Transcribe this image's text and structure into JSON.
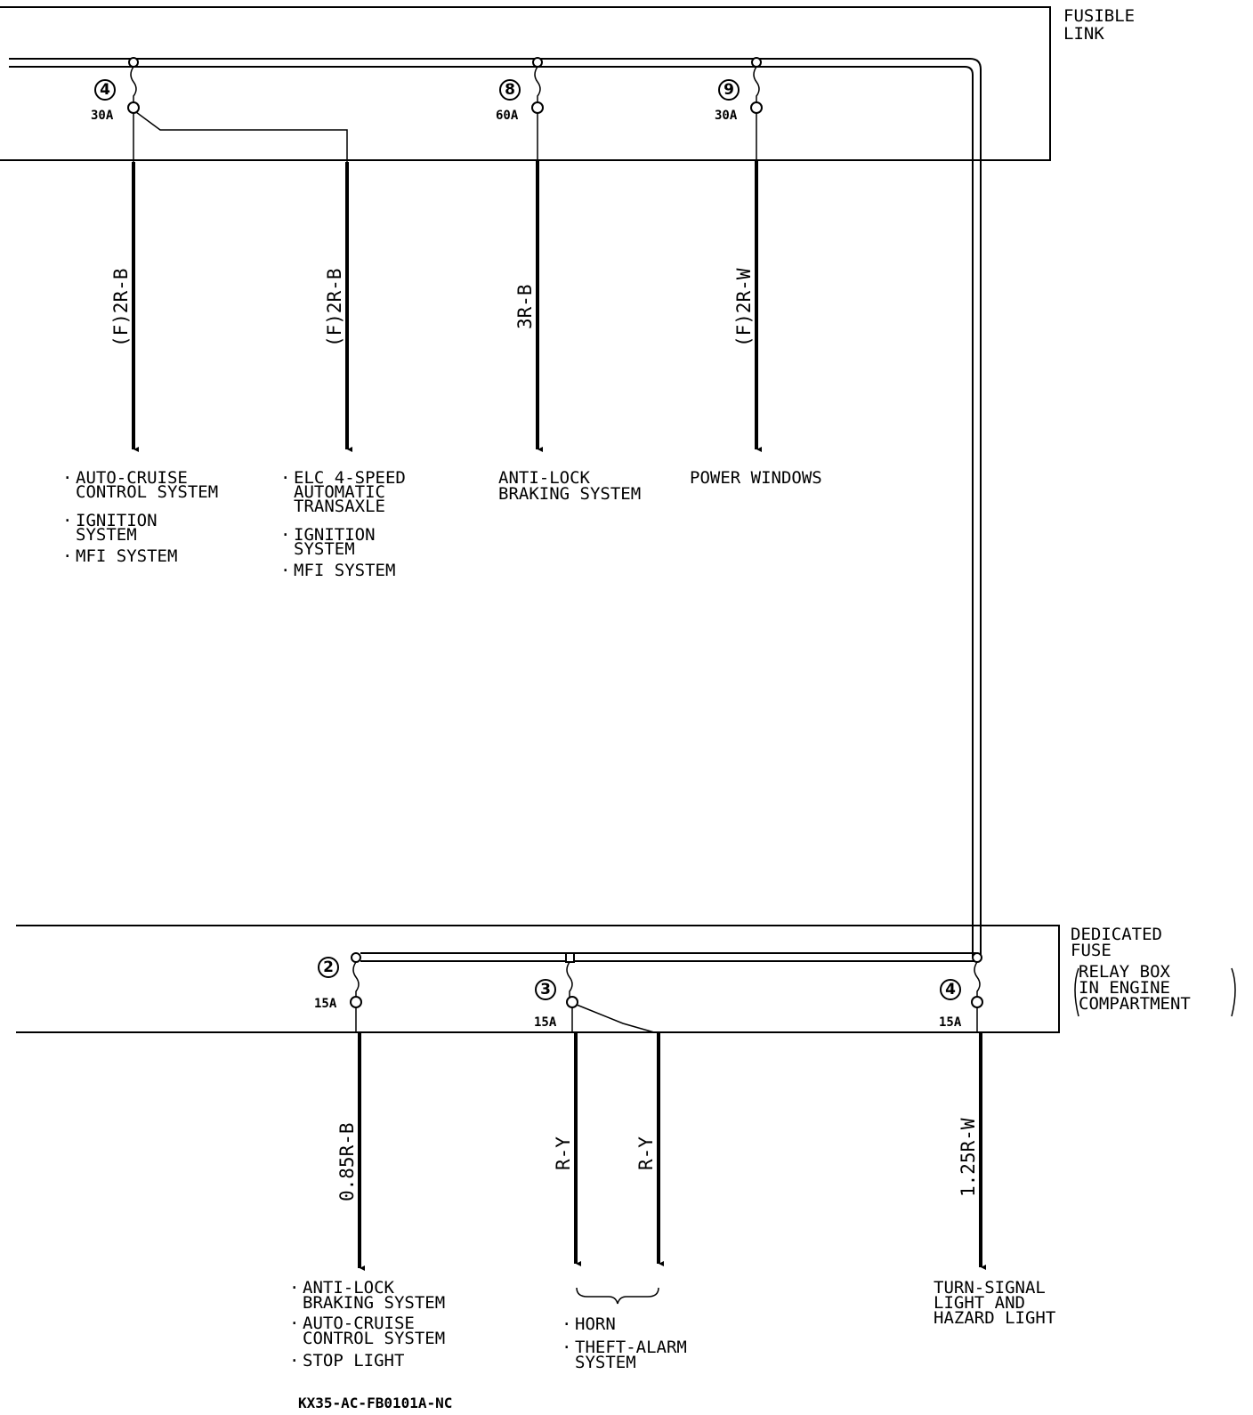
{
  "fusible_link": {
    "title_lines": [
      "FUSIBLE",
      "LINK"
    ],
    "fuses": [
      {
        "number": "4",
        "rating": "30A"
      },
      {
        "number": "8",
        "rating": "60A"
      },
      {
        "number": "9",
        "rating": "30A"
      }
    ],
    "wires": [
      {
        "code": "(F)2R-B",
        "systems": [
          [
            "AUTO-CRUISE",
            "CONTROL SYSTEM"
          ],
          [
            "IGNITION",
            "SYSTEM"
          ],
          [
            "MFI SYSTEM"
          ]
        ]
      },
      {
        "code": "(F)2R-B",
        "systems": [
          [
            "ELC 4-SPEED",
            "AUTOMATIC",
            "TRANSAXLE"
          ],
          [
            "IGNITION",
            "SYSTEM"
          ],
          [
            "MFI SYSTEM"
          ]
        ]
      },
      {
        "code": "3R-B",
        "lines": [
          "ANTI-LOCK",
          "BRAKING SYSTEM"
        ]
      },
      {
        "code": "(F)2R-W",
        "lines": [
          "POWER WINDOWS"
        ]
      }
    ]
  },
  "relay_box": {
    "title_lines": [
      "DEDICATED",
      "FUSE",
      "RELAY BOX",
      "IN ENGINE",
      "COMPARTMENT"
    ],
    "fuses": [
      {
        "number": "2",
        "rating": "15A"
      },
      {
        "number": "3",
        "rating": "15A"
      },
      {
        "number": "4",
        "rating": "15A"
      }
    ],
    "wires": [
      {
        "code": "0.85R-B",
        "systems": [
          [
            "ANTI-LOCK",
            "BRAKING SYSTEM"
          ],
          [
            "AUTO-CRUISE",
            "CONTROL SYSTEM"
          ],
          [
            "STOP LIGHT"
          ]
        ]
      },
      {
        "code": "R-Y"
      },
      {
        "code": "R-Y"
      },
      {
        "code": "1.25R-W",
        "lines": [
          "TURN-SIGNAL",
          "LIGHT AND",
          "HAZARD LIGHT"
        ]
      }
    ],
    "shared_systems": [
      [
        "HORN"
      ],
      [
        "THEFT-ALARM",
        "SYSTEM"
      ]
    ]
  },
  "diagram_code": "KX35-AC-FB0101A-NC"
}
